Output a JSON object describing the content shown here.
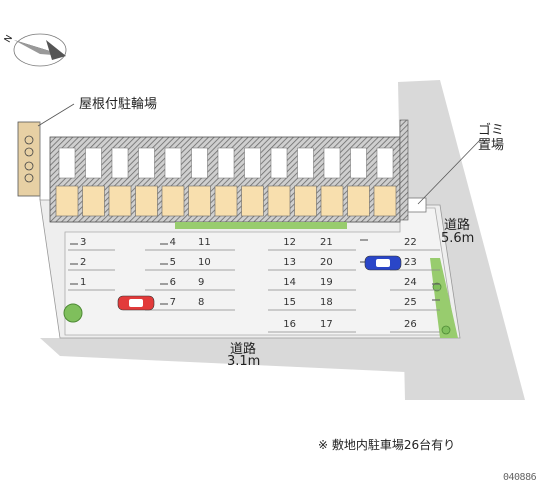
{
  "compass": {
    "north_label": "N"
  },
  "labels": {
    "bicycle_parking": "屋根付駐輪場",
    "garbage_line1": "ゴミ",
    "garbage_line2": "置場",
    "road_east_name": "道路",
    "road_east_width": "5.6m",
    "road_south_name": "道路",
    "road_south_width": "3.1m"
  },
  "parking_spaces": [
    "1",
    "2",
    "3",
    "4",
    "5",
    "6",
    "7",
    "8",
    "9",
    "10",
    "11",
    "12",
    "13",
    "14",
    "15",
    "16",
    "17",
    "18",
    "19",
    "20",
    "21",
    "22",
    "23",
    "24",
    "25",
    "26"
  ],
  "cars": [
    {
      "space": "7",
      "color": "#e23a3a"
    },
    {
      "space": "23",
      "color": "#2a46c8"
    }
  ],
  "colors": {
    "road": "#d9d9d9",
    "lot": "#eeeeee",
    "building_unit": "#f8dfae",
    "hatch": "#5a5a5a",
    "green": "#98cc6e"
  },
  "footnote": "※ 敷地内駐車場26台有り",
  "code": "040886"
}
